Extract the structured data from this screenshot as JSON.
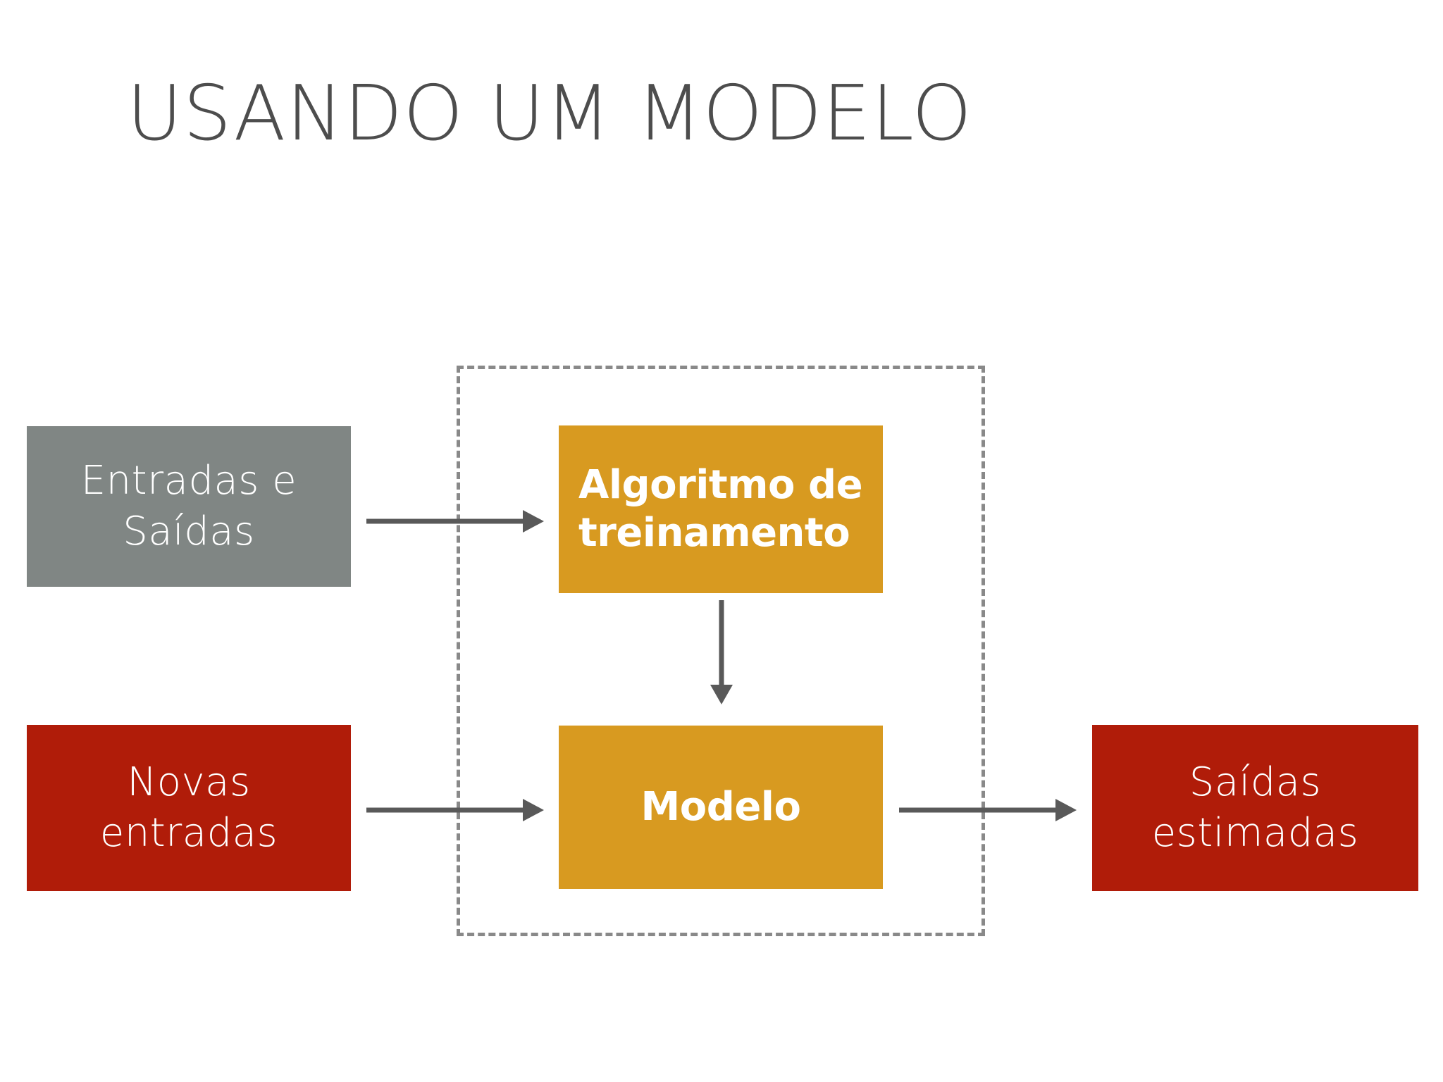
{
  "slide": {
    "title": "USANDO UM MODELO",
    "background_color": "#ffffff",
    "title_color": "#4d4d4d"
  },
  "colors": {
    "gray": "#808684",
    "orange": "#d89a20",
    "red": "#b01c09",
    "arrow": "#595959",
    "dashed_border": "#898989"
  },
  "diagram": {
    "type": "flow-diagram",
    "nodes": [
      {
        "id": "inputs-outputs",
        "label": "Entradas e\nSaídas",
        "color": "#808684",
        "emphasis": "thin"
      },
      {
        "id": "training-algorithm",
        "label": "Algoritmo de\ntreinamento",
        "color": "#d89a20",
        "emphasis": "bold"
      },
      {
        "id": "model",
        "label": "Modelo",
        "color": "#d89a20",
        "emphasis": "bold"
      },
      {
        "id": "new-inputs",
        "label": "Novas\nentradas",
        "color": "#b01c09",
        "emphasis": "thin"
      },
      {
        "id": "estimated-outputs",
        "label": "Saídas\nestimadas",
        "color": "#b01c09",
        "emphasis": "thin"
      }
    ],
    "edges": [
      {
        "id": "inputs-to-algorithm",
        "from": "inputs-outputs",
        "to": "training-algorithm",
        "direction": "right"
      },
      {
        "id": "algorithm-to-model",
        "from": "training-algorithm",
        "to": "model",
        "direction": "down"
      },
      {
        "id": "newinputs-to-model",
        "from": "new-inputs",
        "to": "model",
        "direction": "right"
      },
      {
        "id": "model-to-outputs",
        "from": "model",
        "to": "estimated-outputs",
        "direction": "right"
      }
    ],
    "group": {
      "id": "training-group",
      "style": "dashed",
      "contains": [
        "training-algorithm",
        "model"
      ]
    }
  }
}
